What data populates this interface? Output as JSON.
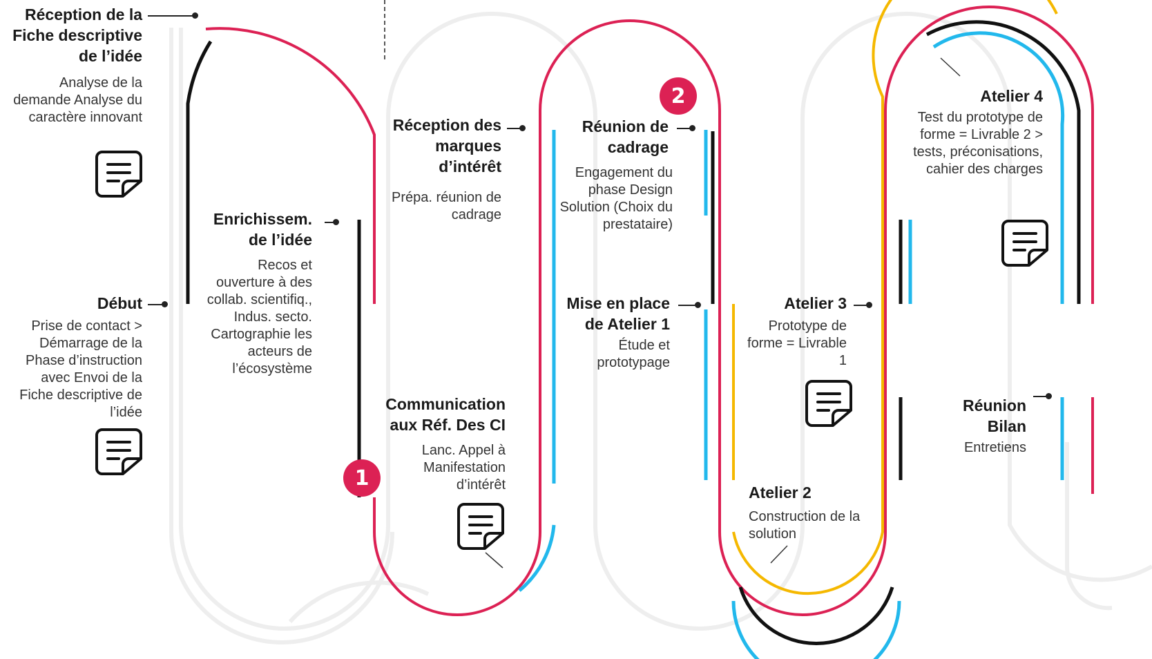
{
  "steps": {
    "reception_fiche": {
      "title": "Réception de la Fiche descriptive de l’idée",
      "desc": "Analyse de la demande Analyse du caractère innovant"
    },
    "debut": {
      "title": "Début",
      "desc": "Prise de contact > Démarrage de la Phase d’instruction avec Envoi de la Fiche descriptive de l’idée"
    },
    "enrichissement": {
      "title": "Enrichissem. de l’idée",
      "desc": "Recos et ouverture à des collab. scientifiq., Indus. secto. Cartographie les acteurs de l’écosystème"
    },
    "communication": {
      "title": "Communication aux Réf. Des CI",
      "desc": "Lanc. Appel à Manifestation d’intérêt"
    },
    "reception_marques": {
      "title": "Réception des marques d’intérêt",
      "desc": "Prépa. réunion de cadrage"
    },
    "reunion_cadrage": {
      "title": "Réunion de cadrage",
      "desc": "Engagement du phase Design Solution (Choix du prestataire)"
    },
    "atelier1": {
      "title": "Mise en place de Atelier 1",
      "desc": "Étude et prototypage"
    },
    "atelier2": {
      "title": "Atelier 2",
      "desc": "Construction de la solution"
    },
    "atelier3": {
      "title": "Atelier 3",
      "desc": "Prototype de forme = Livrable 1"
    },
    "atelier4": {
      "title": "Atelier 4",
      "desc": "Test du prototype de forme = Livrable 2 > tests, préconisations, cahier des charges"
    },
    "reunion_bilan": {
      "title": "Réunion Bilan",
      "desc": "Entretiens"
    }
  },
  "badges": {
    "one": "1",
    "two": "2"
  },
  "icons": {
    "document": "document-icon"
  },
  "colors": {
    "red": "#dc2154",
    "black": "#111111",
    "cyan": "#22b8ec",
    "yellow": "#f5b800",
    "grey": "#eeeeee"
  }
}
